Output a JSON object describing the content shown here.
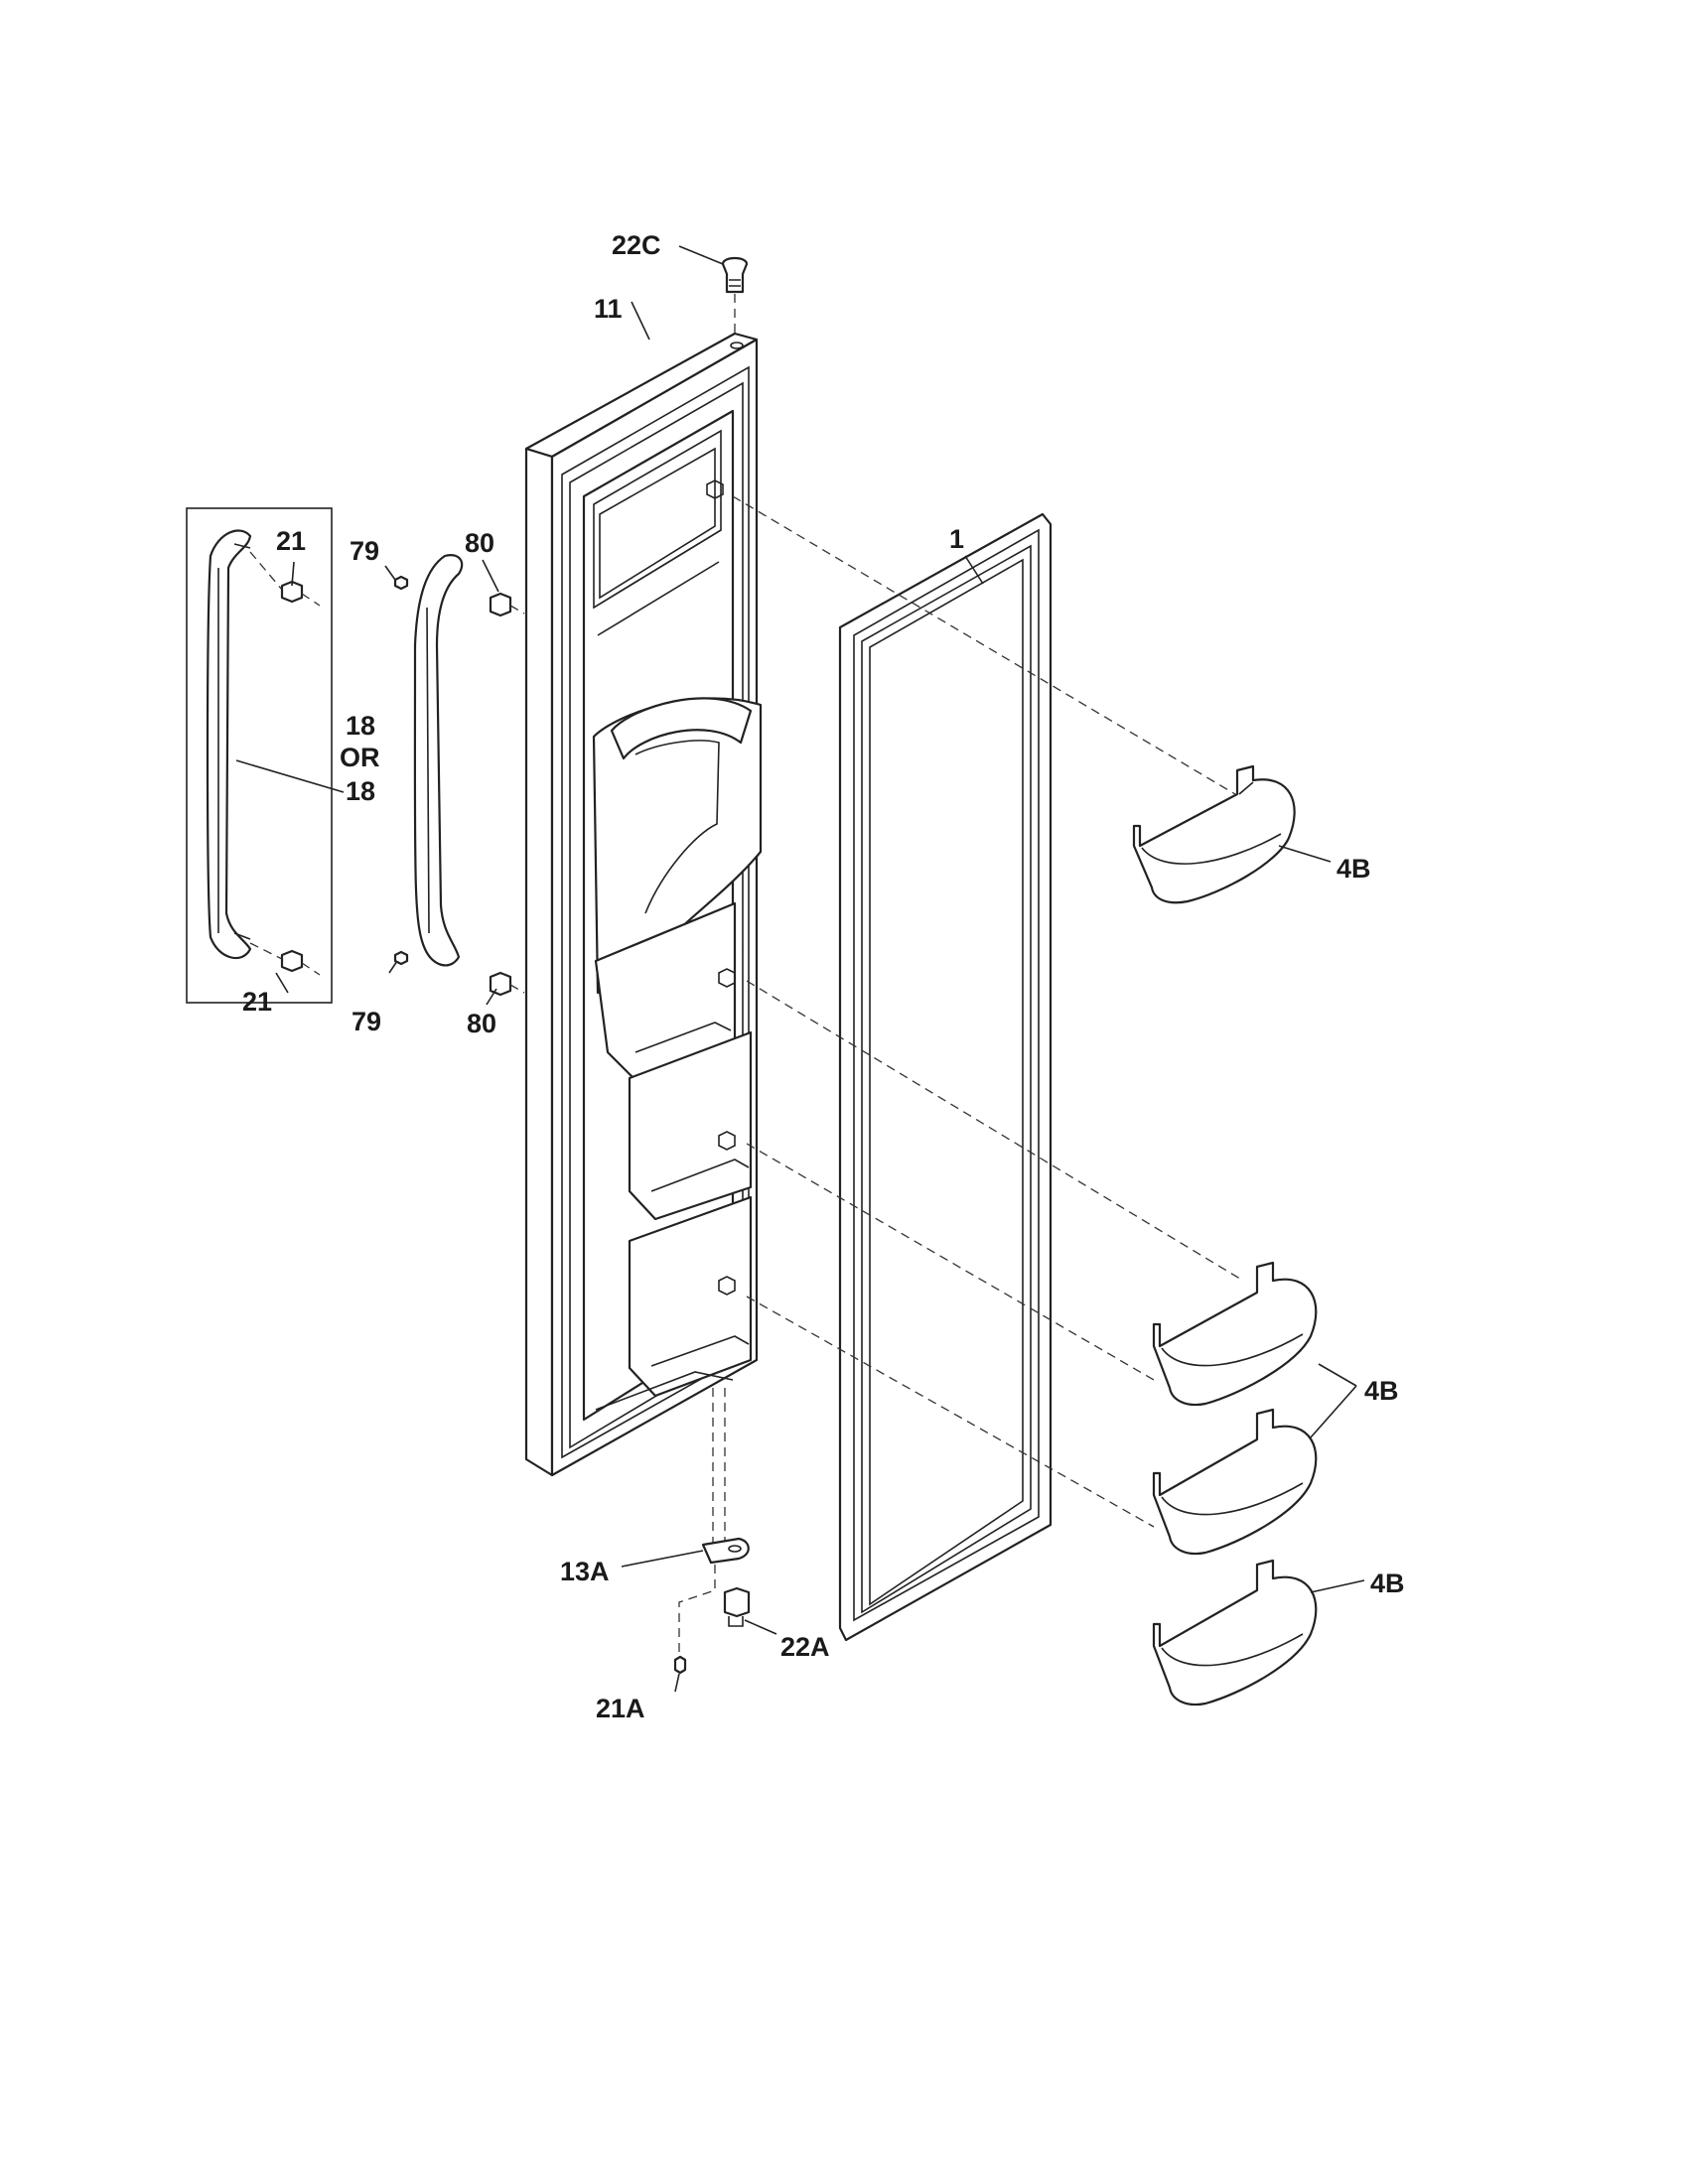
{
  "diagram": {
    "callouts": {
      "c22C": "22C",
      "c11": "11",
      "c1": "1",
      "c21_top": "21",
      "c79_top": "79",
      "c80_top": "80",
      "c18_a": "18",
      "c18_or": "OR",
      "c18_b": "18",
      "c21_bottom": "21",
      "c79_bottom": "79",
      "c80_bottom": "80",
      "c4B_top": "4B",
      "c4B_pair": "4B",
      "c4B_bottom": "4B",
      "c13A": "13A",
      "c22A": "22A",
      "c21A": "21A"
    },
    "colors": {
      "line": "#222222",
      "background": "#ffffff"
    }
  }
}
